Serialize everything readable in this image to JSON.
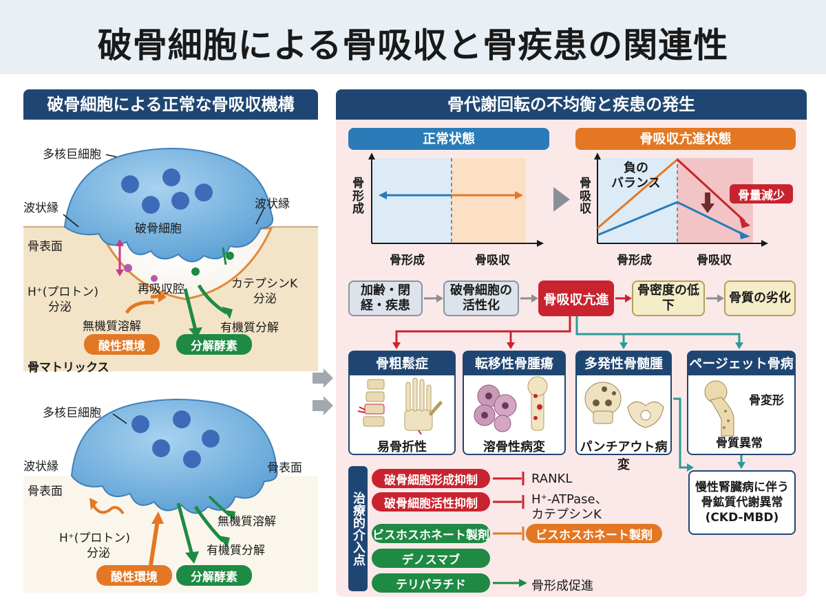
{
  "title": "破骨細胞による骨吸収と骨疾患の関連性",
  "left": {
    "header": "破骨細胞による正常な骨吸収機構",
    "top_cell": {
      "giant_cell": "多核巨細胞",
      "ruffled_left": "波状縁",
      "ruffled_right": "波状縁",
      "osteoclast": "破骨細胞",
      "bone_surface": "骨表面",
      "lacuna": "再吸収腔",
      "proton_a": "H⁺(プロトン)",
      "proton_b": "分泌",
      "cathepsin_a": "カテプシンK",
      "cathepsin_b": "分泌",
      "inorganic": "無機質溶解",
      "organic": "有機質分解",
      "acidic": "酸性環境",
      "enzyme": "分解酵素",
      "matrix": "骨マトリックス"
    },
    "bottom_cell": {
      "giant_cell": "多核巨細胞",
      "ruffled": "波状縁",
      "bone_surface_r": "骨表面",
      "bone_surface_l": "骨表面",
      "inorganic": "無機質溶解",
      "organic": "有機質分解",
      "proton_a": "H⁺(プロトン)",
      "proton_b": "分泌",
      "acidic": "酸性環境",
      "enzyme": "分解酵素"
    }
  },
  "right": {
    "header": "骨代謝回転の不均衡と疾患の発生",
    "normal_state": {
      "label": "正常状態",
      "ylabel": "骨形成",
      "x1": "骨形成",
      "x2": "骨吸収"
    },
    "excess_state": {
      "label": "骨吸収亢進状態",
      "ylabel": "骨吸収",
      "x1": "骨形成",
      "x2": "骨吸収",
      "neg_balance_a": "負の",
      "neg_balance_b": "バランス",
      "bone_loss": "骨量減少"
    },
    "flow": {
      "aging": "加齢・閉経・疾患",
      "activation": "破骨細胞の活性化",
      "excess": "骨吸収亢進",
      "density": "骨密度の低下",
      "quality": "骨質の劣化"
    },
    "diseases": [
      {
        "name": "骨粗鬆症",
        "finding": "易骨折性"
      },
      {
        "name": "転移性骨腫瘍",
        "finding": "溶骨性病変"
      },
      {
        "name": "多発性骨髄腫",
        "finding": "パンチアウト病変"
      },
      {
        "name": "ページェット骨病",
        "finding_a": "骨変形",
        "finding_b": "骨質異常"
      }
    ],
    "ckd": "慢性腎臓病に伴う骨鉱質代謝異常(CKD-MBD)",
    "treatment": {
      "label": "治療的介入点",
      "items": [
        {
          "label": "破骨細胞形成抑制",
          "target": "RANKL",
          "color": "#c9232f"
        },
        {
          "label": "破骨細胞活性抑制",
          "target_a": "H⁺-ATPase、",
          "target_b": "カテプシンK",
          "color": "#c9232f"
        },
        {
          "label": "ビスホスホネート製剤",
          "target": "ビスホスホネート製剤",
          "color": "#1e8a43"
        },
        {
          "label": "デノスマブ",
          "color": "#1e8a43"
        },
        {
          "label": "テリパラチド",
          "target": "骨形成促進",
          "color": "#1e8a43"
        }
      ]
    }
  },
  "colors": {
    "navy": "#1f4672",
    "red": "#c9232f",
    "orange": "#e37723",
    "green": "#1e8a43",
    "teal": "#2b9b97",
    "blue": "#2a7bb8"
  }
}
